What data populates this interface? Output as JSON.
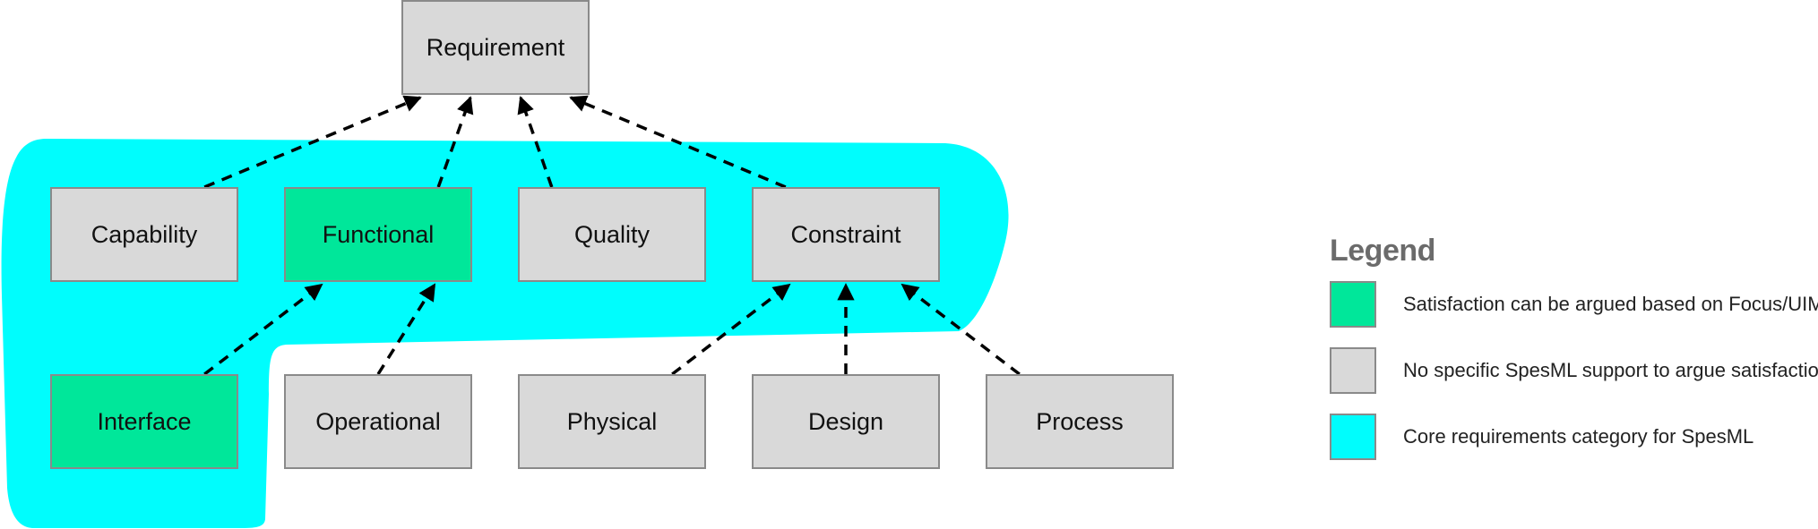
{
  "colors": {
    "core_region": "#00fdfd",
    "green_box": "#00e79a",
    "gray_box": "#d9d9d9",
    "box_border": "#8a8a8a",
    "arrow": "#000000"
  },
  "nodes": {
    "requirement": "Requirement",
    "capability": "Capability",
    "functional": "Functional",
    "quality": "Quality",
    "constraint": "Constraint",
    "interface": "Interface",
    "operational": "Operational",
    "physical": "Physical",
    "design": "Design",
    "process": "Process"
  },
  "node_fill": {
    "requirement": "gray",
    "capability": "gray",
    "functional": "green",
    "quality": "gray",
    "constraint": "gray",
    "interface": "green",
    "operational": "gray",
    "physical": "gray",
    "design": "gray",
    "process": "gray"
  },
  "edges": [
    {
      "from": "capability",
      "to": "requirement"
    },
    {
      "from": "functional",
      "to": "requirement"
    },
    {
      "from": "quality",
      "to": "requirement"
    },
    {
      "from": "constraint",
      "to": "requirement"
    },
    {
      "from": "interface",
      "to": "functional"
    },
    {
      "from": "operational",
      "to": "functional"
    },
    {
      "from": "physical",
      "to": "constraint"
    },
    {
      "from": "design",
      "to": "constraint"
    },
    {
      "from": "process",
      "to": "constraint"
    }
  ],
  "legend": {
    "title": "Legend",
    "items": [
      {
        "label": "Satisfaction can be argued based on Focus/UIM",
        "color": "#00e79a"
      },
      {
        "label": "No specific SpesML support to argue satisfaction",
        "color": "#d9d9d9"
      },
      {
        "label": "Core requirements category for SpesML",
        "color": "#00fdfd"
      }
    ]
  }
}
